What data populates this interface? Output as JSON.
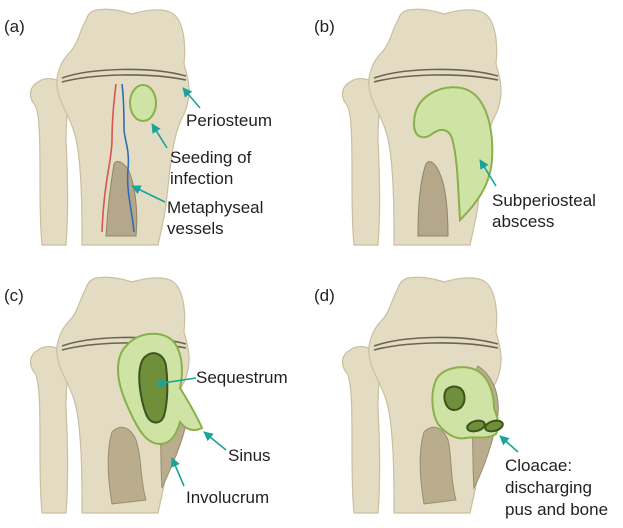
{
  "panels": {
    "a": {
      "label": "(a)",
      "annotations": {
        "periosteum": "Periosteum",
        "seeding_line1": "Seeding of",
        "seeding_line2": "infection",
        "vessels_line1": "Metaphyseal",
        "vessels_line2": "vessels"
      }
    },
    "b": {
      "label": "(b)",
      "annotations": {
        "abscess_line1": "Subperiosteal",
        "abscess_line2": "abscess"
      }
    },
    "c": {
      "label": "(c)",
      "annotations": {
        "sequestrum": "Sequestrum",
        "sinus": "Sinus",
        "involucrum": "Involucrum"
      }
    },
    "d": {
      "label": "(d)",
      "annotations": {
        "cloacae_line1": "Cloacae:",
        "cloacae_line2": "discharging",
        "cloacae_line3": "pus and bone"
      }
    }
  },
  "colors": {
    "bone": "#e3dcc3",
    "marrow": "#b5a88a",
    "pus": "#cfe3a4",
    "sequestrum": "#6f8f3a",
    "arrow": "#1aa39a",
    "artery": "#d9534f",
    "vein": "#2f6db5"
  }
}
